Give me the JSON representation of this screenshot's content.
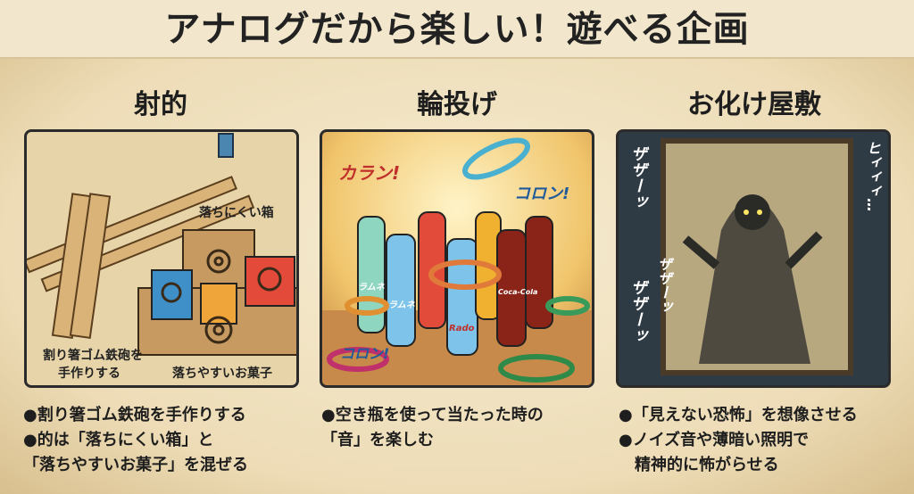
{
  "title": "アナログだから楽しい！遊べる企画",
  "sections": [
    {
      "heading": "射的",
      "labels": [
        "落ちにくい箱",
        "割り箸ゴム鉄砲を",
        "手作りする",
        "落ちやすいお菓子"
      ],
      "bullets": [
        [
          "●割り箸ゴム鉄砲を手作りする"
        ],
        [
          "●的は「落ちにくい箱」と",
          "「落ちやすいお菓子」を混ぜる"
        ]
      ]
    },
    {
      "heading": "輪投げ",
      "sfx": [
        "カラン!",
        "コロン!",
        "コロン!"
      ],
      "bottle_labels": [
        "ラムネ",
        "ラムネ",
        "Rado",
        "Coca-Cola"
      ],
      "bullets": [
        [
          "●空き瓶を使って当たった時の",
          "「音」を楽しむ"
        ]
      ]
    },
    {
      "heading": "お化け屋敷",
      "sfx": [
        "ザザーッ",
        "ヒィィィ…",
        "ザザーッ",
        "ザザーッ"
      ],
      "bullets": [
        [
          "●「見えない恐怖」を想像させる"
        ],
        [
          "●ノイズ音や薄暗い照明で",
          "精神的に怖がらせる"
        ]
      ]
    }
  ]
}
